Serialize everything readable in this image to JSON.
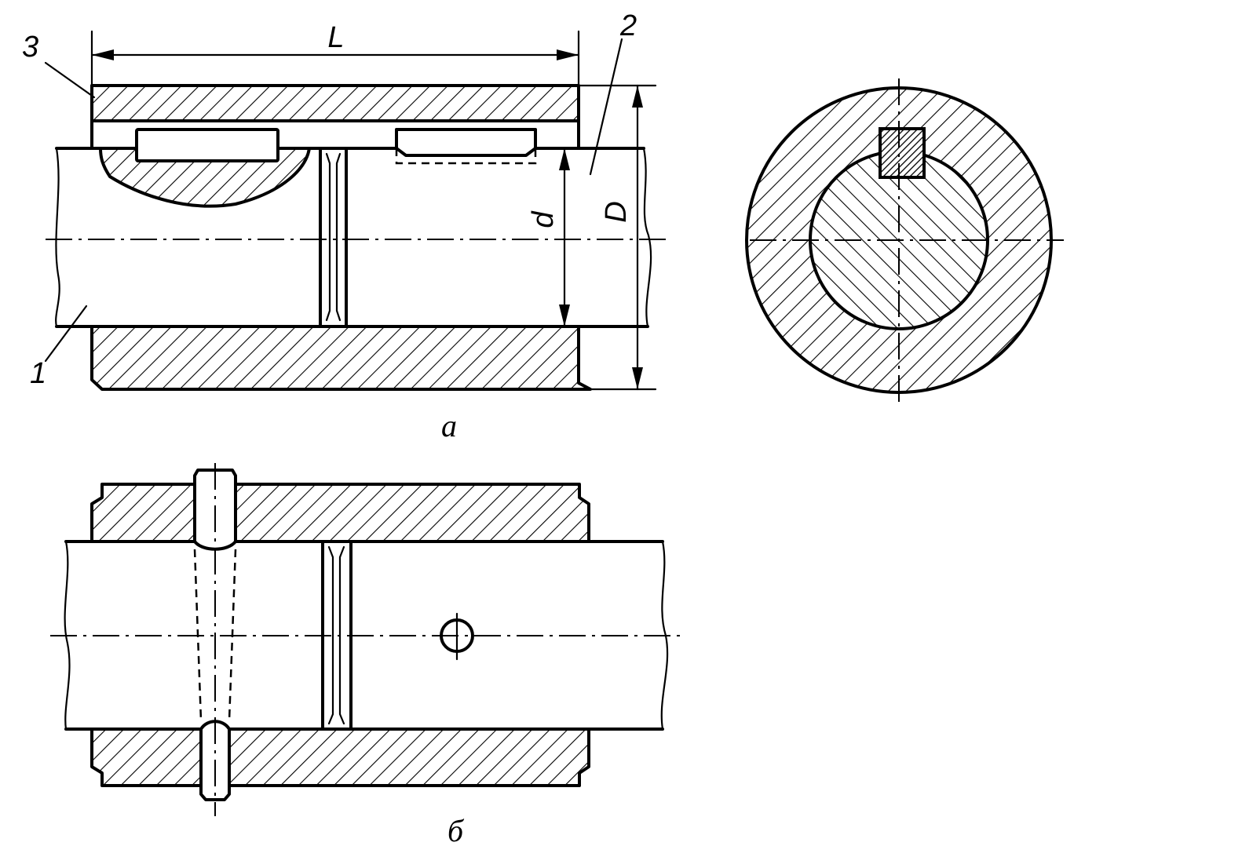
{
  "labels": {
    "dim_length": "L",
    "dim_inner_diameter": "d",
    "dim_outer_diameter": "D",
    "part_1": "1",
    "part_2": "2",
    "part_3": "3"
  },
  "captions": {
    "view_a": "а",
    "view_b": "б"
  }
}
